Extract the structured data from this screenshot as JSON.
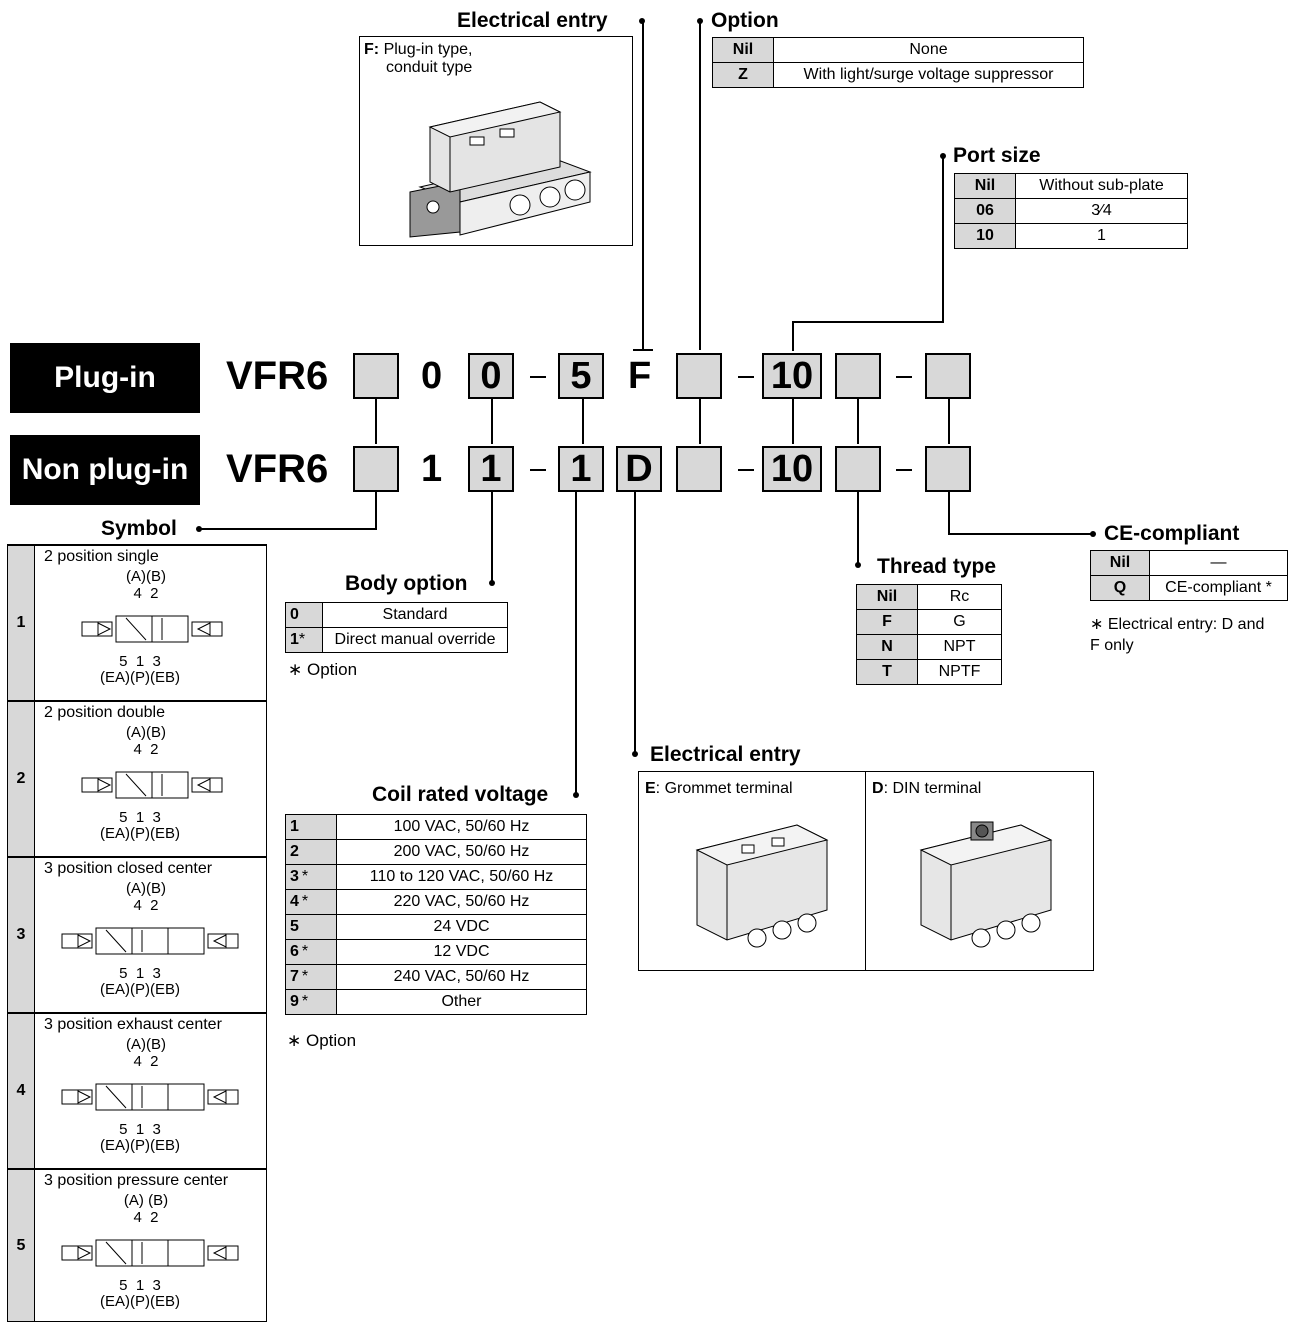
{
  "electrical_entry_top": {
    "heading": "Electrical entry",
    "caption_key": "F:",
    "caption_text": "Plug-in type,",
    "caption_text2": "conduit type"
  },
  "option": {
    "heading": "Option",
    "rows": [
      {
        "code": "Nil",
        "desc": "None"
      },
      {
        "code": "Z",
        "desc": "With light/surge voltage suppressor"
      }
    ]
  },
  "port_size": {
    "heading": "Port size",
    "rows": [
      {
        "code": "Nil",
        "desc": "Without sub-plate"
      },
      {
        "code": "06",
        "desc": "3⁄4"
      },
      {
        "code": "10",
        "desc": "1"
      }
    ]
  },
  "plug_in": {
    "label": "Plug-in",
    "model": "VFR6",
    "c1": "0",
    "c2": "0",
    "c3": "5",
    "c4": "F",
    "c5": "10"
  },
  "non_plug_in": {
    "label": "Non plug-in",
    "model": "VFR6",
    "c1": "1",
    "c2": "1",
    "c3": "1",
    "c4": "D",
    "c5": "10"
  },
  "symbol": {
    "heading": "Symbol",
    "rows": [
      {
        "num": "1",
        "title": "2 position single",
        "top": "(A)(B)",
        "top2": "4  2",
        "bot": "5  1  3",
        "bot2": "(EA)(P)(EB)"
      },
      {
        "num": "2",
        "title": "2 position double",
        "top": "(A)(B)",
        "top2": "4  2",
        "bot": "5  1  3",
        "bot2": "(EA)(P)(EB)"
      },
      {
        "num": "3",
        "title": "3 position closed center",
        "top": "(A)(B)",
        "top2": "4  2",
        "bot": "5  1  3",
        "bot2": "(EA)(P)(EB)"
      },
      {
        "num": "4",
        "title": "3 position exhaust center",
        "top": "(A)(B)",
        "top2": "4  2",
        "bot": "5  1  3",
        "bot2": "(EA)(P)(EB)"
      },
      {
        "num": "5",
        "title": "3 position pressure center",
        "top": "(A) (B)",
        "top2": "4  2",
        "bot": "5  1  3",
        "bot2": "(EA)(P)(EB)"
      }
    ]
  },
  "body_option": {
    "heading": "Body option",
    "rows": [
      {
        "code": "0",
        "star": "",
        "desc": "Standard"
      },
      {
        "code": "1",
        "star": "*",
        "desc": "Direct manual override"
      }
    ],
    "note": "∗ Option"
  },
  "coil_voltage": {
    "heading": "Coil rated voltage",
    "rows": [
      {
        "code": "1",
        "star": "",
        "desc": "100 VAC, 50/60 Hz"
      },
      {
        "code": "2",
        "star": "",
        "desc": "200 VAC, 50/60 Hz"
      },
      {
        "code": "3",
        "star": "*",
        "desc": "110 to 120 VAC, 50/60 Hz"
      },
      {
        "code": "4",
        "star": "*",
        "desc": "220 VAC, 50/60 Hz"
      },
      {
        "code": "5",
        "star": "",
        "desc": "24 VDC"
      },
      {
        "code": "6",
        "star": "*",
        "desc": "12 VDC"
      },
      {
        "code": "7",
        "star": "*",
        "desc": "240 VAC, 50/60 Hz"
      },
      {
        "code": "9",
        "star": "*",
        "desc": "Other"
      }
    ],
    "note": "∗ Option"
  },
  "electrical_entry_bottom": {
    "heading": "Electrical entry",
    "e_key": "E",
    "e_text": ": Grommet terminal",
    "d_key": "D",
    "d_text": ": DIN terminal"
  },
  "thread_type": {
    "heading": "Thread type",
    "rows": [
      {
        "code": "Nil",
        "desc": "Rc"
      },
      {
        "code": "F",
        "desc": "G"
      },
      {
        "code": "N",
        "desc": "NPT"
      },
      {
        "code": "T",
        "desc": "NPTF"
      }
    ]
  },
  "ce": {
    "heading": "CE-compliant",
    "rows": [
      {
        "code": "Nil",
        "desc": "—"
      },
      {
        "code": "Q",
        "desc": "CE-compliant *"
      }
    ],
    "note1": "∗ Electrical entry: D and",
    "note2": "F only"
  }
}
